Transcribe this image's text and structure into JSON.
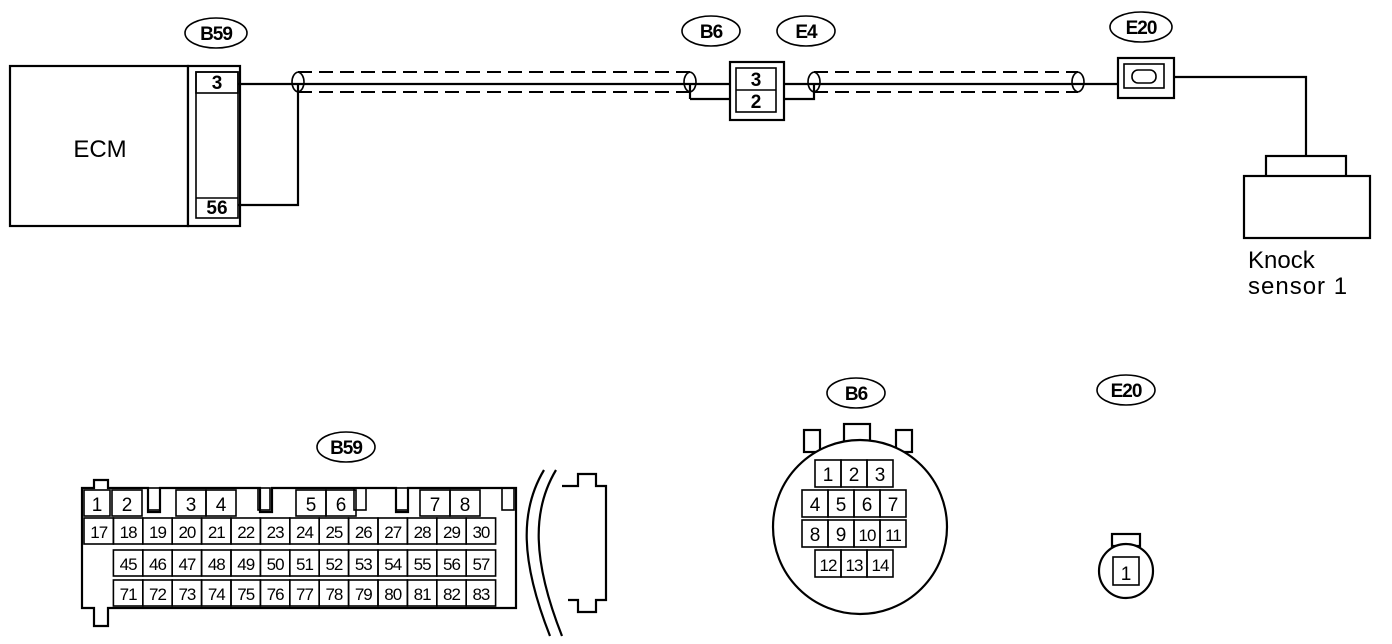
{
  "wiring": {
    "ecm_label": "ECM",
    "ecm_connector_tag": "B59",
    "ecm_pin_top": "3",
    "ecm_pin_bottom": "56",
    "junction_tag_left": "B6",
    "junction_tag_right": "E4",
    "junction_pin_top": "3",
    "junction_pin_bottom": "2",
    "sensor_connector_tag": "E20",
    "sensor_label_line1": "Knock",
    "sensor_label_line2": "sensor 1"
  },
  "connectors": {
    "b59": {
      "tag": "B59",
      "row1": [
        "1",
        "2",
        "3",
        "4",
        "5",
        "6",
        "7",
        "8"
      ],
      "row2": [
        "17",
        "18",
        "19",
        "20",
        "21",
        "22",
        "23",
        "24",
        "25",
        "26",
        "27",
        "28",
        "29",
        "30"
      ],
      "row3": [
        "45",
        "46",
        "47",
        "48",
        "49",
        "50",
        "51",
        "52",
        "53",
        "54",
        "55",
        "56",
        "57"
      ],
      "row4": [
        "71",
        "72",
        "73",
        "74",
        "75",
        "76",
        "77",
        "78",
        "79",
        "80",
        "81",
        "82",
        "83"
      ]
    },
    "b6": {
      "tag": "B6",
      "row1": [
        "1",
        "2",
        "3"
      ],
      "row2": [
        "4",
        "5",
        "6",
        "7"
      ],
      "row3": [
        "8",
        "9",
        "10",
        "11"
      ],
      "row4": [
        "12",
        "13",
        "14"
      ]
    },
    "e20": {
      "tag": "E20",
      "pin": "1"
    }
  }
}
